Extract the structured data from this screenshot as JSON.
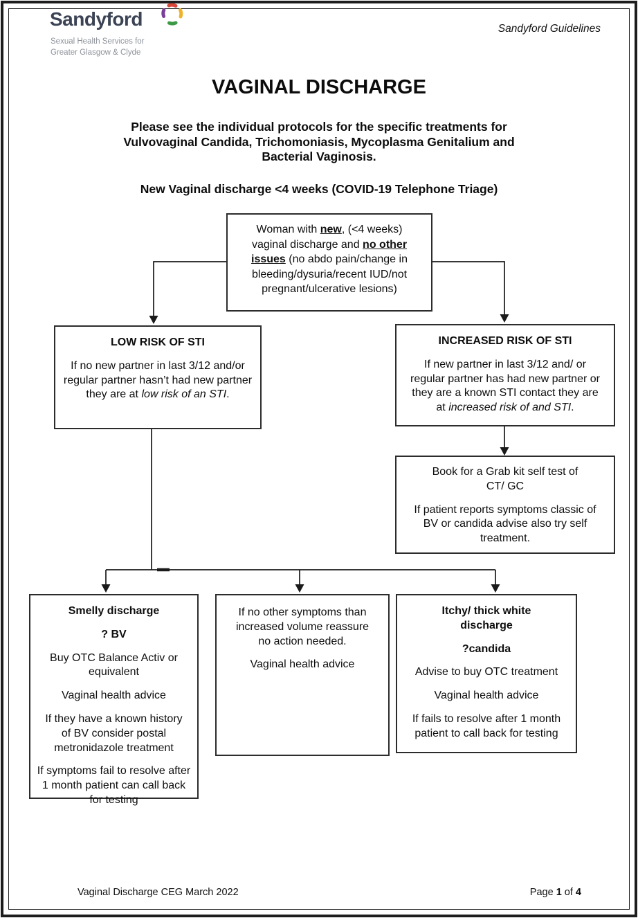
{
  "header": {
    "logo_text": "Sandyford",
    "logo_tagline_line1": "Sexual Health Services for",
    "logo_tagline_line2": "Greater Glasgow & Clyde",
    "guidelines_label": "Sandyford Guidelines"
  },
  "title": "VAGINAL DISCHARGE",
  "intro_lines": {
    "0": "Please see the individual protocols for the specific treatments for",
    "1": "Vulvovaginal Candida, Trichomoniasis, Mycoplasma Genitalium and",
    "2": "Bacterial Vaginosis."
  },
  "subtitle": "New Vaginal discharge <4 weeks (COVID-19 Telephone Triage)",
  "flowchart": {
    "root_box": {
      "seg1": "Woman with ",
      "seg2": "new",
      "seg3": ", (<4 weeks) vaginal discharge and ",
      "seg4": "no other issues",
      "seg5": " (no abdo pain/change in bleeding/dysuria/recent IUD/not pregnant/ulcerative lesions)"
    },
    "low_risk": {
      "heading": "LOW RISK OF STI",
      "body_seg1": "If no new partner in last 3/12 and/or regular partner hasn’t had new partner they are at ",
      "body_italic": "low risk of an STI",
      "body_seg2": "."
    },
    "increased_risk": {
      "heading": "INCREASED RISK OF STI",
      "body_seg1": "If new partner in last 3/12 and/ or regular partner has had new partner or they are a known STI contact they are at ",
      "body_italic": "increased risk of and STI",
      "body_seg2": "."
    },
    "grab_kit": {
      "para1": "Book for a Grab kit self test of CT/ GC",
      "para2": "If patient reports symptoms classic of BV or candida advise also try self treatment."
    },
    "smelly": {
      "heading1": "Smelly discharge",
      "heading2": "? BV",
      "para1": "Buy OTC Balance Activ or equivalent",
      "para2": "Vaginal health advice",
      "para3": "If they have a known history of BV consider postal metronidazole treatment",
      "para4": "If symptoms fail to resolve after 1 month patient can call back for testing"
    },
    "reassure": {
      "para1": "If no other symptoms than increased volume reassure no action needed.",
      "para2": "Vaginal health advice"
    },
    "itchy": {
      "heading1": "Itchy/ thick white discharge",
      "heading2": "?candida",
      "para1": "Advise to buy OTC treatment",
      "para2": "Vaginal health advice",
      "para3": "If fails to resolve after 1 month patient to call back for testing"
    }
  },
  "footer": {
    "left_text": "Vaginal Discharge CEG March 2022",
    "page_prefix": "Page ",
    "page_number": "1",
    "page_of": " of ",
    "page_total": "4"
  },
  "colors": {
    "logo_navy": "#3b4354",
    "tagline_gray": "#8d929a",
    "line_black": "#1a1a1a",
    "mark_red": "#d9473b",
    "mark_yellow": "#efb32b",
    "mark_green": "#3c9a47",
    "mark_purple": "#7b3f97"
  }
}
